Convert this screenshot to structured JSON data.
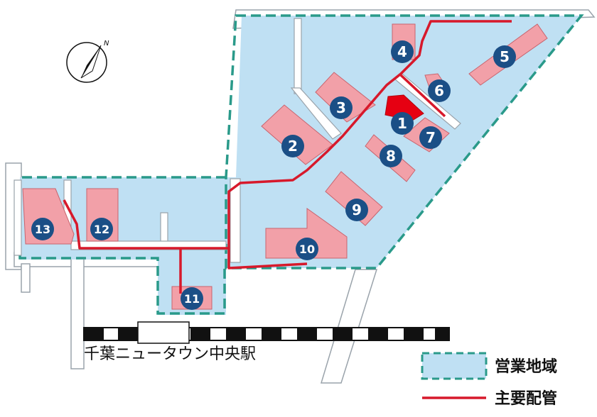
{
  "station": {
    "name": "千葉ニュータウン中央駅"
  },
  "legend": {
    "service_area_label": "営業地域",
    "main_pipe_label": "主要配管"
  },
  "compass": {
    "north_label": "N"
  },
  "facilities": [
    {
      "id": "1",
      "highlighted": true
    },
    {
      "id": "2"
    },
    {
      "id": "3"
    },
    {
      "id": "4"
    },
    {
      "id": "5"
    },
    {
      "id": "6"
    },
    {
      "id": "7"
    },
    {
      "id": "8"
    },
    {
      "id": "9"
    },
    {
      "id": "10"
    },
    {
      "id": "11"
    },
    {
      "id": "12"
    },
    {
      "id": "13"
    }
  ],
  "colors": {
    "area_fill": "#bfe0f3",
    "area_border": "#2a9a8a",
    "building": "#f2a0a8",
    "building_highlight": "#e60012",
    "pipe": "#d7192b",
    "badge": "#1b4f86",
    "rail_black": "#111111"
  }
}
